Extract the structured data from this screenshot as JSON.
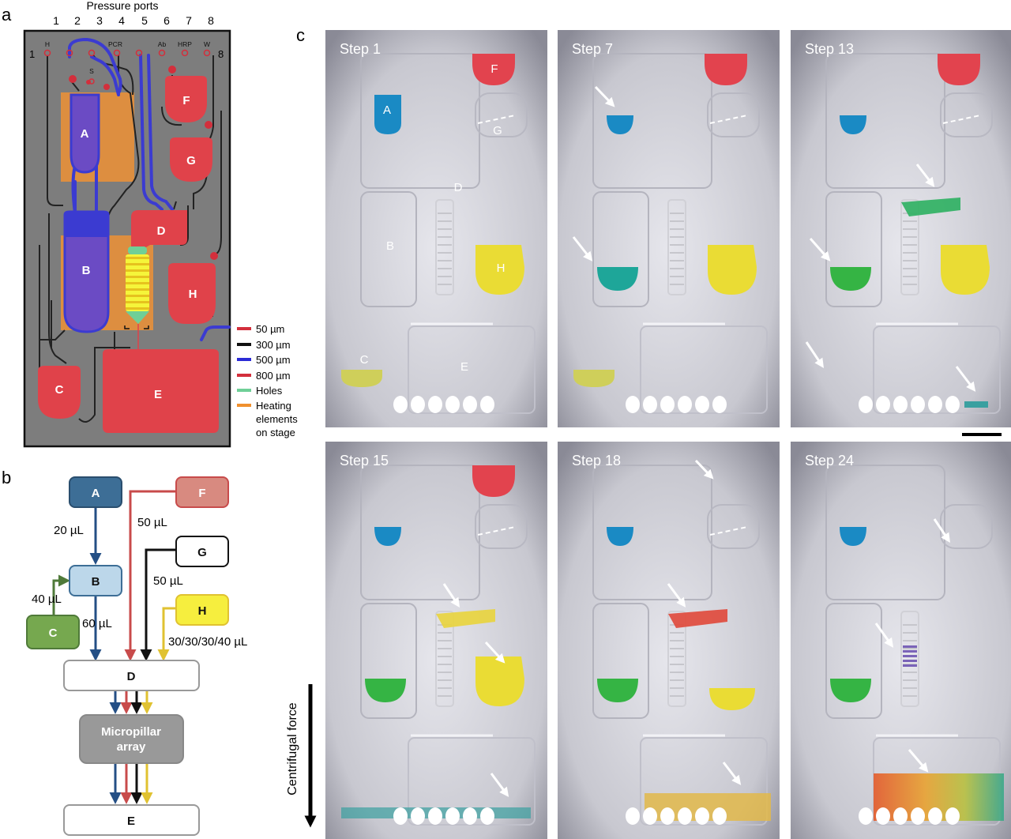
{
  "panel_labels": {
    "a": "a",
    "b": "b",
    "c": "c"
  },
  "panel_a": {
    "top_title": "Pressure ports",
    "port_numbers": [
      "1",
      "2",
      "3",
      "4",
      "5",
      "6",
      "7",
      "8"
    ],
    "side_number_left": "1",
    "side_number_right": "8",
    "port_names": {
      "H": "H",
      "PCR": "PCR",
      "Ab": "Ab",
      "HRP": "HRP",
      "W": "W",
      "S": "S"
    },
    "chambers": {
      "A": "A",
      "B": "B",
      "C": "C",
      "D": "D",
      "E": "E",
      "F": "F",
      "G": "G",
      "H": "H"
    },
    "legend": [
      {
        "label": "50 µm",
        "color": "#d32f3c"
      },
      {
        "label": "300 µm",
        "color": "#111111"
      },
      {
        "label": "500 µm",
        "color": "#2b2bd6"
      },
      {
        "label": "800 µm",
        "color": "#d32f3c"
      },
      {
        "label": "Holes",
        "color": "#6fcf97"
      },
      {
        "label": "Heating elements on stage",
        "lines": [
          "Heating",
          "elements",
          "on stage"
        ],
        "color": "#f0902e"
      }
    ],
    "colors": {
      "background": "#7d7d7d",
      "chamber": "#e0424a",
      "purple": "#6b4bc4",
      "heater": "#e8903a",
      "channel_blue": "#3b3bd1",
      "channel_black": "#222222",
      "pillar_yellow": "#f5f53a"
    }
  },
  "panel_b": {
    "nodes": {
      "A": "A",
      "B": "B",
      "C": "C",
      "D": "D",
      "E": "E",
      "F": "F",
      "G": "G",
      "H": "H",
      "micropillar_line1": "Micropillar",
      "micropillar_line2": "array"
    },
    "volumes": {
      "a_to_b": "20 µL",
      "f": "50 µL",
      "g": "50 µL",
      "c_to_b": "40 µL",
      "b_to_d": "60 µL",
      "h": "30/30/30/40 µL"
    },
    "colors": {
      "A": "#3d6e96",
      "B": "#bcd7ea",
      "C": "#76a84f",
      "F": "#d88a80",
      "G": "#ffffff",
      "H": "#f6ee3e",
      "D": "#ffffff",
      "E": "#ffffff",
      "micropillar": "#999999",
      "arrow_blue": "#244f85",
      "arrow_red": "#c84b4b",
      "arrow_black": "#111111",
      "arrow_yellow": "#e0c231",
      "arrow_green": "#4f7a39"
    }
  },
  "panel_c": {
    "steps": [
      "Step 1",
      "Step 7",
      "Step 13",
      "Step 15",
      "Step 18",
      "Step 24"
    ],
    "step1_labels": {
      "A": "A",
      "B": "B",
      "C": "C",
      "D": "D",
      "E": "E",
      "F": "F",
      "G": "G",
      "H": "H"
    },
    "centrifugal_label": "Centrifugal force"
  }
}
